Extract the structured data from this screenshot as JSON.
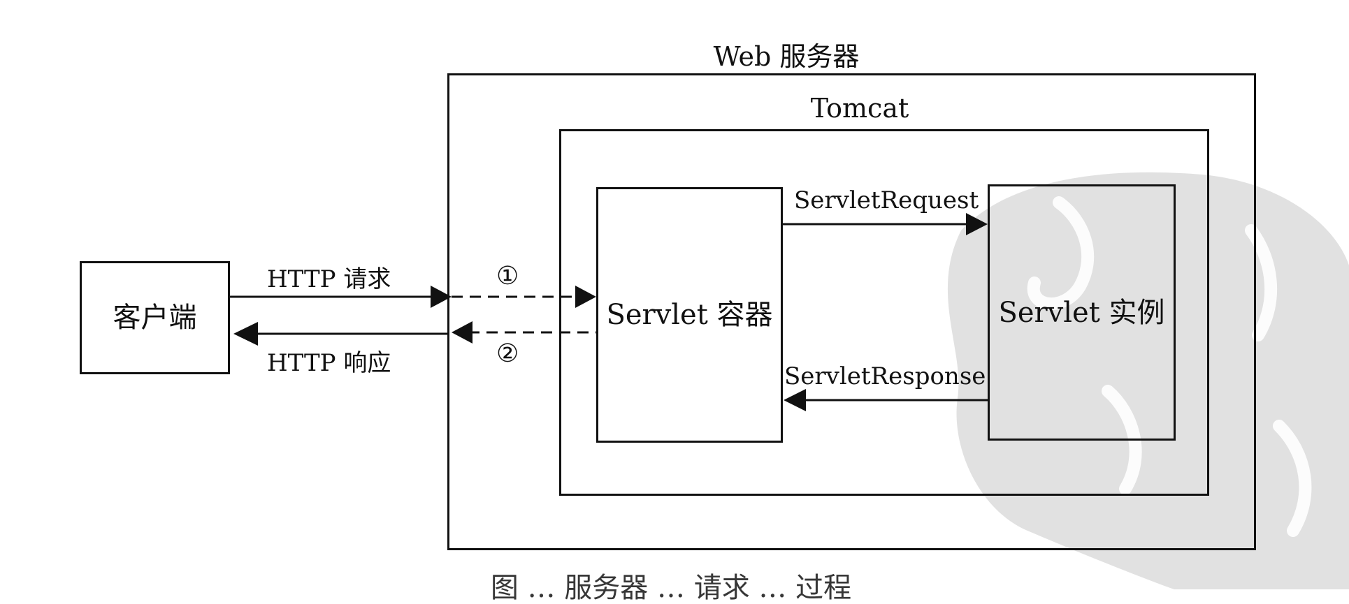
{
  "diagram": {
    "nodes": {
      "client": "客户端",
      "web_server": "Web 服务器",
      "tomcat": "Tomcat",
      "servlet_container": "Servlet 容器",
      "servlet_instance": "Servlet 实例"
    },
    "edges": {
      "http_request": "HTTP 请求",
      "http_response": "HTTP 响应",
      "servlet_request": "ServletRequest",
      "servlet_response": "ServletResponse"
    },
    "steps": {
      "step1": "①",
      "step2": "②"
    },
    "caption": "图 … 服务器 … 请求 … 过程"
  },
  "colors": {
    "stroke": "#111111",
    "watermark": "#d9d9d9",
    "background": "#ffffff"
  }
}
